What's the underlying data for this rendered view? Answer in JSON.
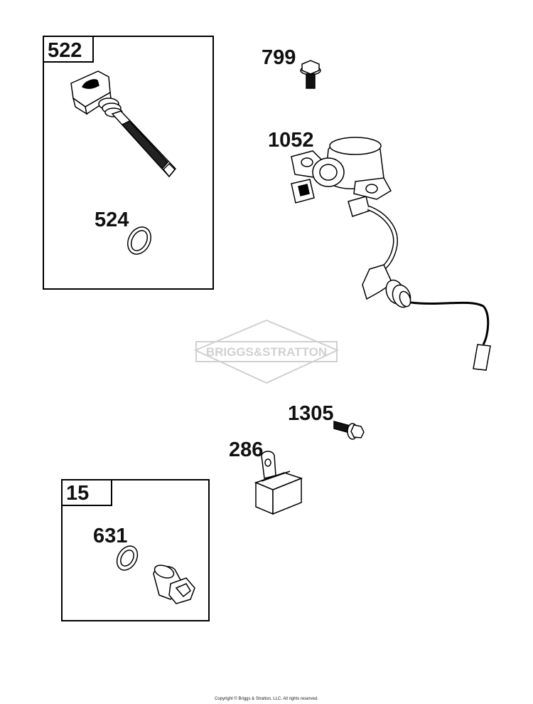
{
  "diagram": {
    "watermark": "BRIGGS&STRATTON",
    "boxes": [
      {
        "number": "522",
        "parts": [
          "524"
        ]
      },
      {
        "number": "15",
        "parts": [
          "631"
        ]
      }
    ],
    "labels": {
      "p522": "522",
      "p524": "524",
      "p799": "799",
      "p1052": "1052",
      "p1305": "1305",
      "p286": "286",
      "p15": "15",
      "p631": "631"
    },
    "copyright": "Copyright © Briggs & Stratton, LLC. All rights reserved."
  }
}
